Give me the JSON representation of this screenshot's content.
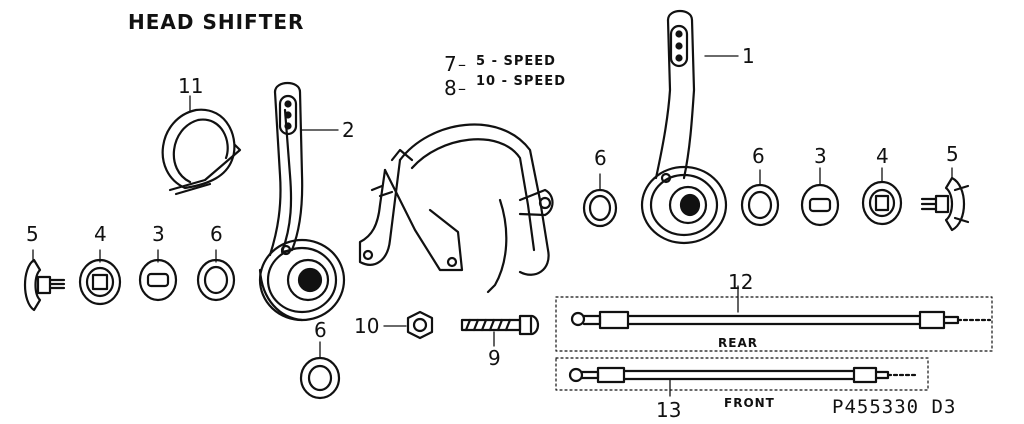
{
  "title": "HEAD SHIFTER",
  "callouts": {
    "p1": "1",
    "p2": "2",
    "p3a": "3",
    "p3b": "3",
    "p4a": "4",
    "p4b": "4",
    "p5a": "5",
    "p5b": "5",
    "p6a": "6",
    "p6b": "6",
    "p6c": "6",
    "p6d": "6",
    "p7": "7",
    "p8": "8",
    "p9": "9",
    "p10": "10",
    "p11": "11",
    "p12": "12",
    "p13": "13"
  },
  "speed_notes": {
    "five": "5 - SPEED",
    "ten": "10 - SPEED"
  },
  "cables": {
    "rear": "REAR",
    "front": "FRONT"
  },
  "drawing_code": "P455330 D3"
}
